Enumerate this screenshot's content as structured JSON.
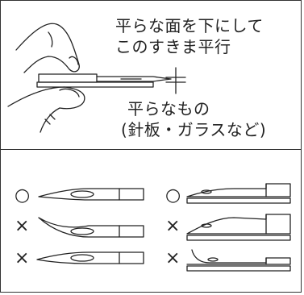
{
  "instructions": {
    "top_label_line1": "平らな面を下にして",
    "top_label_line2": "このすきま平行",
    "bottom_label_line1": "平らなもの",
    "bottom_label_line2": "(針板・ガラスなど)"
  },
  "marks": {
    "ok": "○",
    "ng": "×"
  },
  "rows": [
    {
      "left_mark": "○",
      "right_mark": "○"
    },
    {
      "left_mark": "×",
      "right_mark": "×"
    },
    {
      "left_mark": "×",
      "right_mark": "×"
    }
  ]
}
